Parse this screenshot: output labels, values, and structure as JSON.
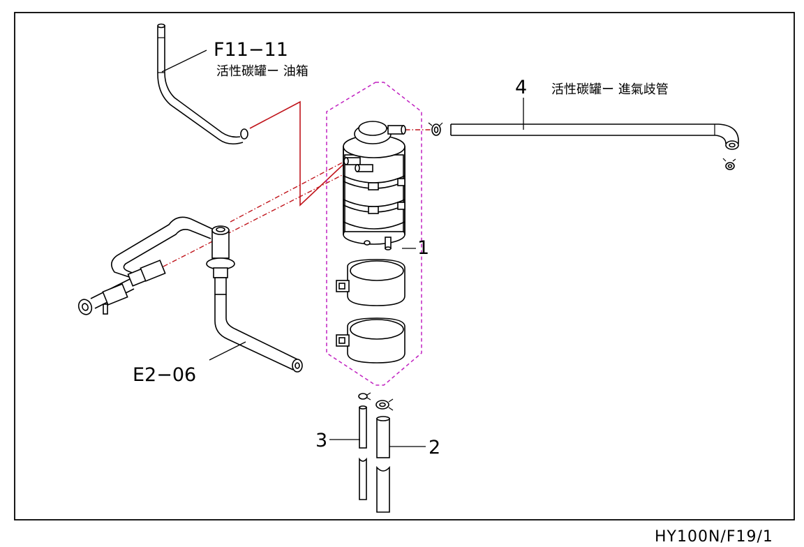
{
  "diagram": {
    "code": "HY100N/F19/1",
    "colors": {
      "line": "#000000",
      "connection": "#c0141b",
      "group_outline": "#c020c0"
    },
    "parts": [
      {
        "id": "1",
        "label": "1"
      },
      {
        "id": "2",
        "label": "2"
      },
      {
        "id": "3",
        "label": "3"
      },
      {
        "id": "4",
        "label": "4",
        "description": "活性碳罐ー 進氣歧管"
      },
      {
        "id": "F11-11",
        "label": "F11−11",
        "description": "活性碳罐ー 油箱"
      },
      {
        "id": "E2-06",
        "label": "E2−06"
      }
    ]
  }
}
